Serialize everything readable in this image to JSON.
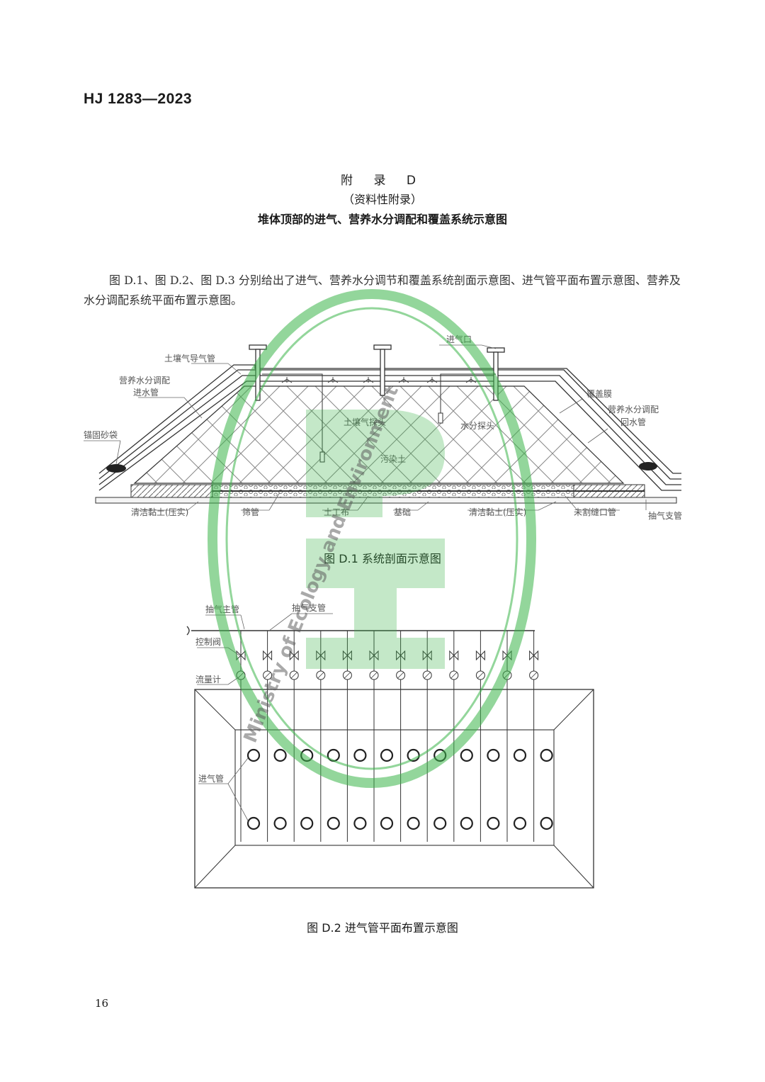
{
  "header": {
    "std_code": "HJ 1283—2023"
  },
  "appendix": {
    "title": "附  录  D",
    "type": "（资料性附录）",
    "subtitle": "堆体顶部的进气、营养水分调配和覆盖系统示意图"
  },
  "intro": "图 D.1、图 D.2、图 D.3 分别给出了进气、营养水分调节和覆盖系统剖面示意图、进气管平面布置示意图、营养及水分调配系统平面布置示意图。",
  "figure1": {
    "caption": "图 D.1   系统剖面示意图",
    "labels": {
      "soil_gas_pipe": "土壤气导气管",
      "inlet_pipe_l1": "营养水分调配",
      "inlet_pipe_l2": "进水管",
      "sandbag": "锚固砂袋",
      "air_inlet": "进气口",
      "cover_film": "覆盖膜",
      "return_pipe_l1": "营养水分调配",
      "return_pipe_l2": "回水管",
      "soil_probe": "土壤气探头",
      "moisture_probe": "水分探头",
      "contaminated_soil": "污染土",
      "clay_left": "清洁黏土(压实)",
      "sieve_pipe": "筛管",
      "geotextile": "土工布",
      "foundation": "基础",
      "clay_right": "清洁黏土(压实)",
      "unslotted_pipe": "未割缝口管",
      "branch_pipe": "抽气支管"
    }
  },
  "figure2": {
    "caption": "图 D.2   进气管平面布置示意图",
    "labels": {
      "main_pipe": "抽气主管",
      "branch_pipe": "抽气支管",
      "valve": "控制阀",
      "flowmeter": "流量计",
      "inlet_pipe": "进气管"
    },
    "branch_count": 12
  },
  "watermark": {
    "text": "Ministry of Ecology and Environment"
  },
  "colors": {
    "watermark_green": "#3cb54a",
    "line": "#333333"
  },
  "page_number": "16"
}
